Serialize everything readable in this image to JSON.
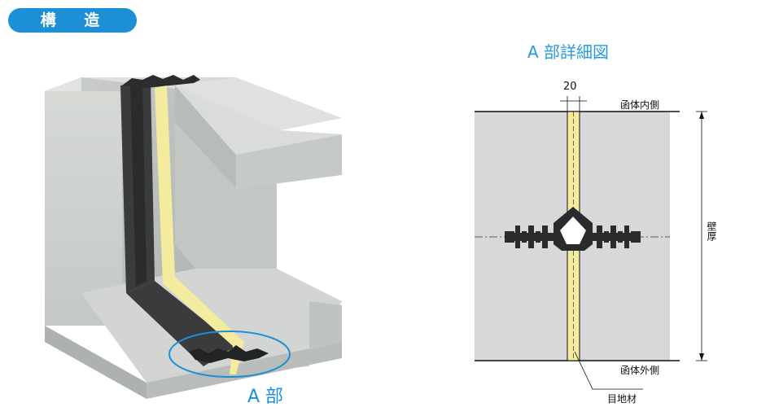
{
  "header": {
    "badge": "構 造"
  },
  "left_figure": {
    "a_label": "A 部"
  },
  "detail": {
    "title": "A 部詳細図",
    "dimension_20": "20",
    "inner_side": "函体内側",
    "outer_side": "函体外側",
    "thickness": "壁厚",
    "joint_material": "目地材"
  }
}
